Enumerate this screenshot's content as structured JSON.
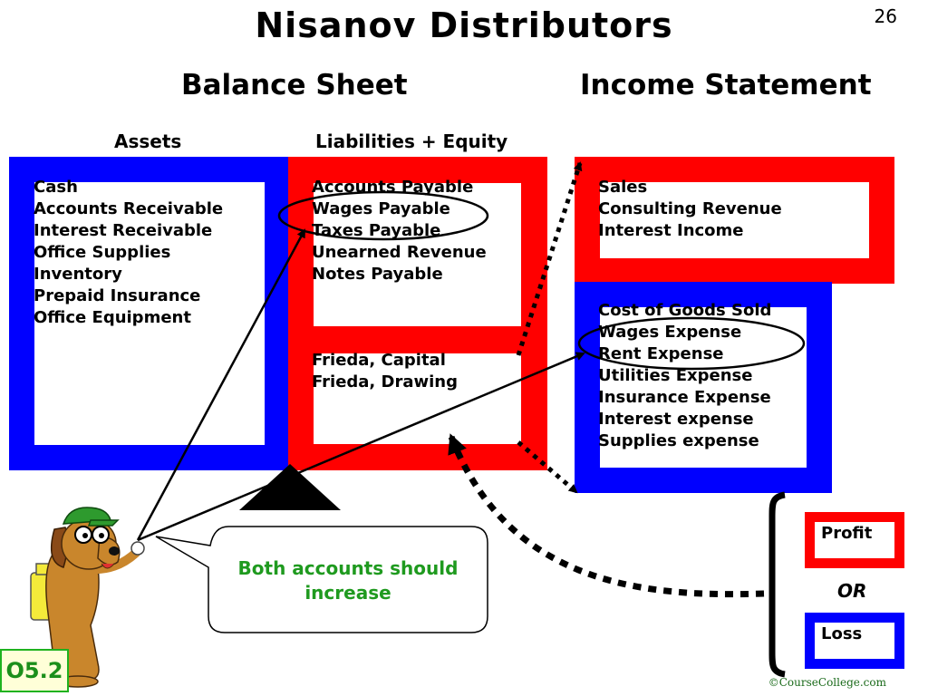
{
  "slide": {
    "title": "Nisanov Distributors",
    "number": "26",
    "badge": "O5.2",
    "copyright": "©CourseCollege.com"
  },
  "balance_sheet": {
    "heading": "Balance Sheet",
    "assets_label": "Assets",
    "liabilities_label": "Liabilities + Equity",
    "assets": [
      "Cash",
      "Accounts Receivable",
      "Interest Receivable",
      "Office Supplies",
      "Inventory",
      "Prepaid Insurance",
      "Office Equipment"
    ],
    "liabilities": [
      "Accounts Payable",
      "Wages Payable",
      "Taxes Payable",
      "Unearned Revenue",
      "Notes Payable"
    ],
    "equity": [
      "Frieda, Capital",
      "Frieda, Drawing"
    ]
  },
  "income_statement": {
    "heading": "Income Statement",
    "revenues": [
      "Sales",
      "Consulting Revenue",
      "Interest Income"
    ],
    "expenses": [
      "Cost of Goods Sold",
      "Wages Expense",
      "Rent Expense",
      "Utilities Expense",
      "Insurance Expense",
      "Interest expense",
      "Supplies expense"
    ]
  },
  "result": {
    "profit": "Profit",
    "or": "OR",
    "loss": "Loss"
  },
  "callout": {
    "text": "Both accounts should increase"
  },
  "colors": {
    "assets_frame": "#0000ff",
    "liabilities_frame": "#ff0000",
    "revenue_frame": "#ff0000",
    "expense_frame": "#0000ff",
    "callout_text": "#1f9a1f"
  },
  "icons": {
    "mascot": "dog-mascot-icon",
    "pivot": "balance-triangle-icon"
  }
}
